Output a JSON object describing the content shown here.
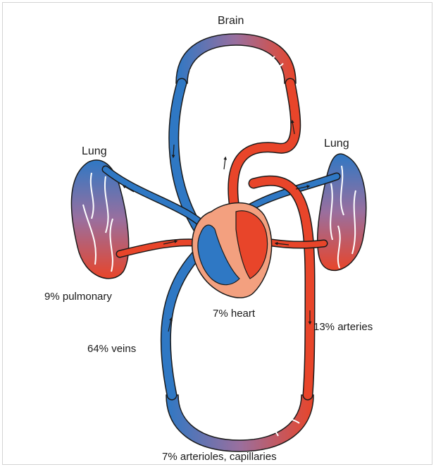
{
  "labels": {
    "brain": "Brain",
    "lung_left": "Lung",
    "lung_right": "Lung",
    "pulmonary": "9% pulmonary",
    "heart": "7% heart",
    "arteries": "13% arteries",
    "veins": "64% veins",
    "capillaries": "7% arterioles, capillaries"
  },
  "colors": {
    "venous_blue": "#2f78c4",
    "arterial_red": "#e8452a",
    "heart_outer": "#f3a07f",
    "vessel_outline": "#1a1a1a"
  }
}
